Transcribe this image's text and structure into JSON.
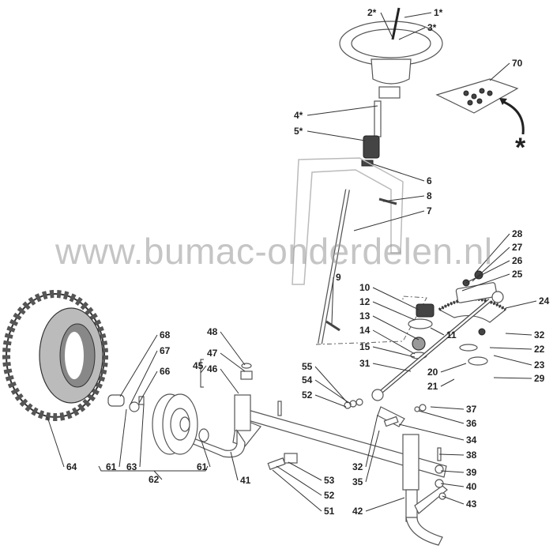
{
  "watermark": "www.bumac-onderdelen.nl",
  "asterisk_note": "*",
  "labels": [
    "1*",
    "2*",
    "3*",
    "70",
    "4*",
    "5*",
    "6",
    "8",
    "7",
    "28",
    "27",
    "26",
    "25",
    "9",
    "10",
    "12",
    "13",
    "14",
    "15",
    "11",
    "31",
    "24",
    "32",
    "22",
    "20",
    "23",
    "21",
    "29",
    "55",
    "54",
    "52",
    "37",
    "36",
    "34",
    "38",
    "32",
    "39",
    "35",
    "53",
    "40",
    "52",
    "43",
    "51",
    "42",
    "48",
    "47",
    "45",
    "46",
    "68",
    "67",
    "66",
    "64",
    "61",
    "63",
    "61",
    "62",
    "41"
  ]
}
